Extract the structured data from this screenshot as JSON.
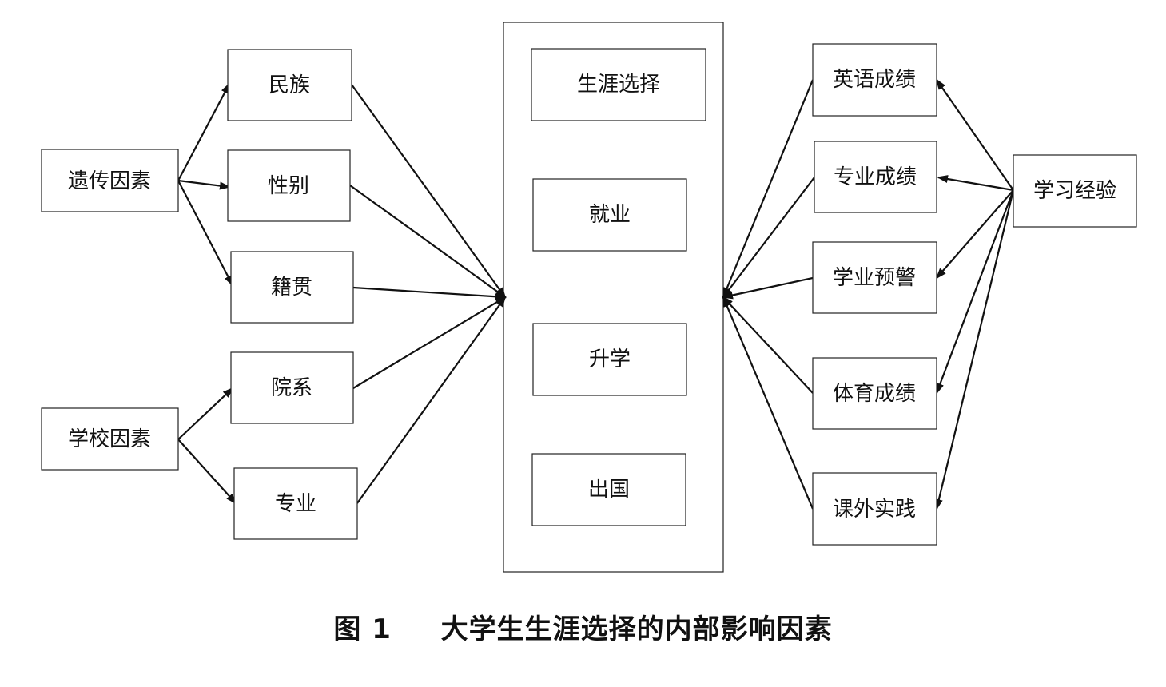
{
  "nodes": {
    "genetic": "遗传因素",
    "school": "学校因素",
    "ethnicity": "民族",
    "gender": "性别",
    "origin": "籍贯",
    "department": "院系",
    "major": "专业",
    "career_choice": "生涯选择",
    "employment": "就业",
    "further_study": "升学",
    "study_abroad": "出国",
    "english_score": "英语成绩",
    "major_score": "专业成绩",
    "academic_warning": "学业预警",
    "pe_score": "体育成绩",
    "extracurricular": "课外实践",
    "learning_experience": "学习经验"
  },
  "caption": {
    "number": "图 1",
    "title": "大学生生涯选择的内部影响因素"
  }
}
